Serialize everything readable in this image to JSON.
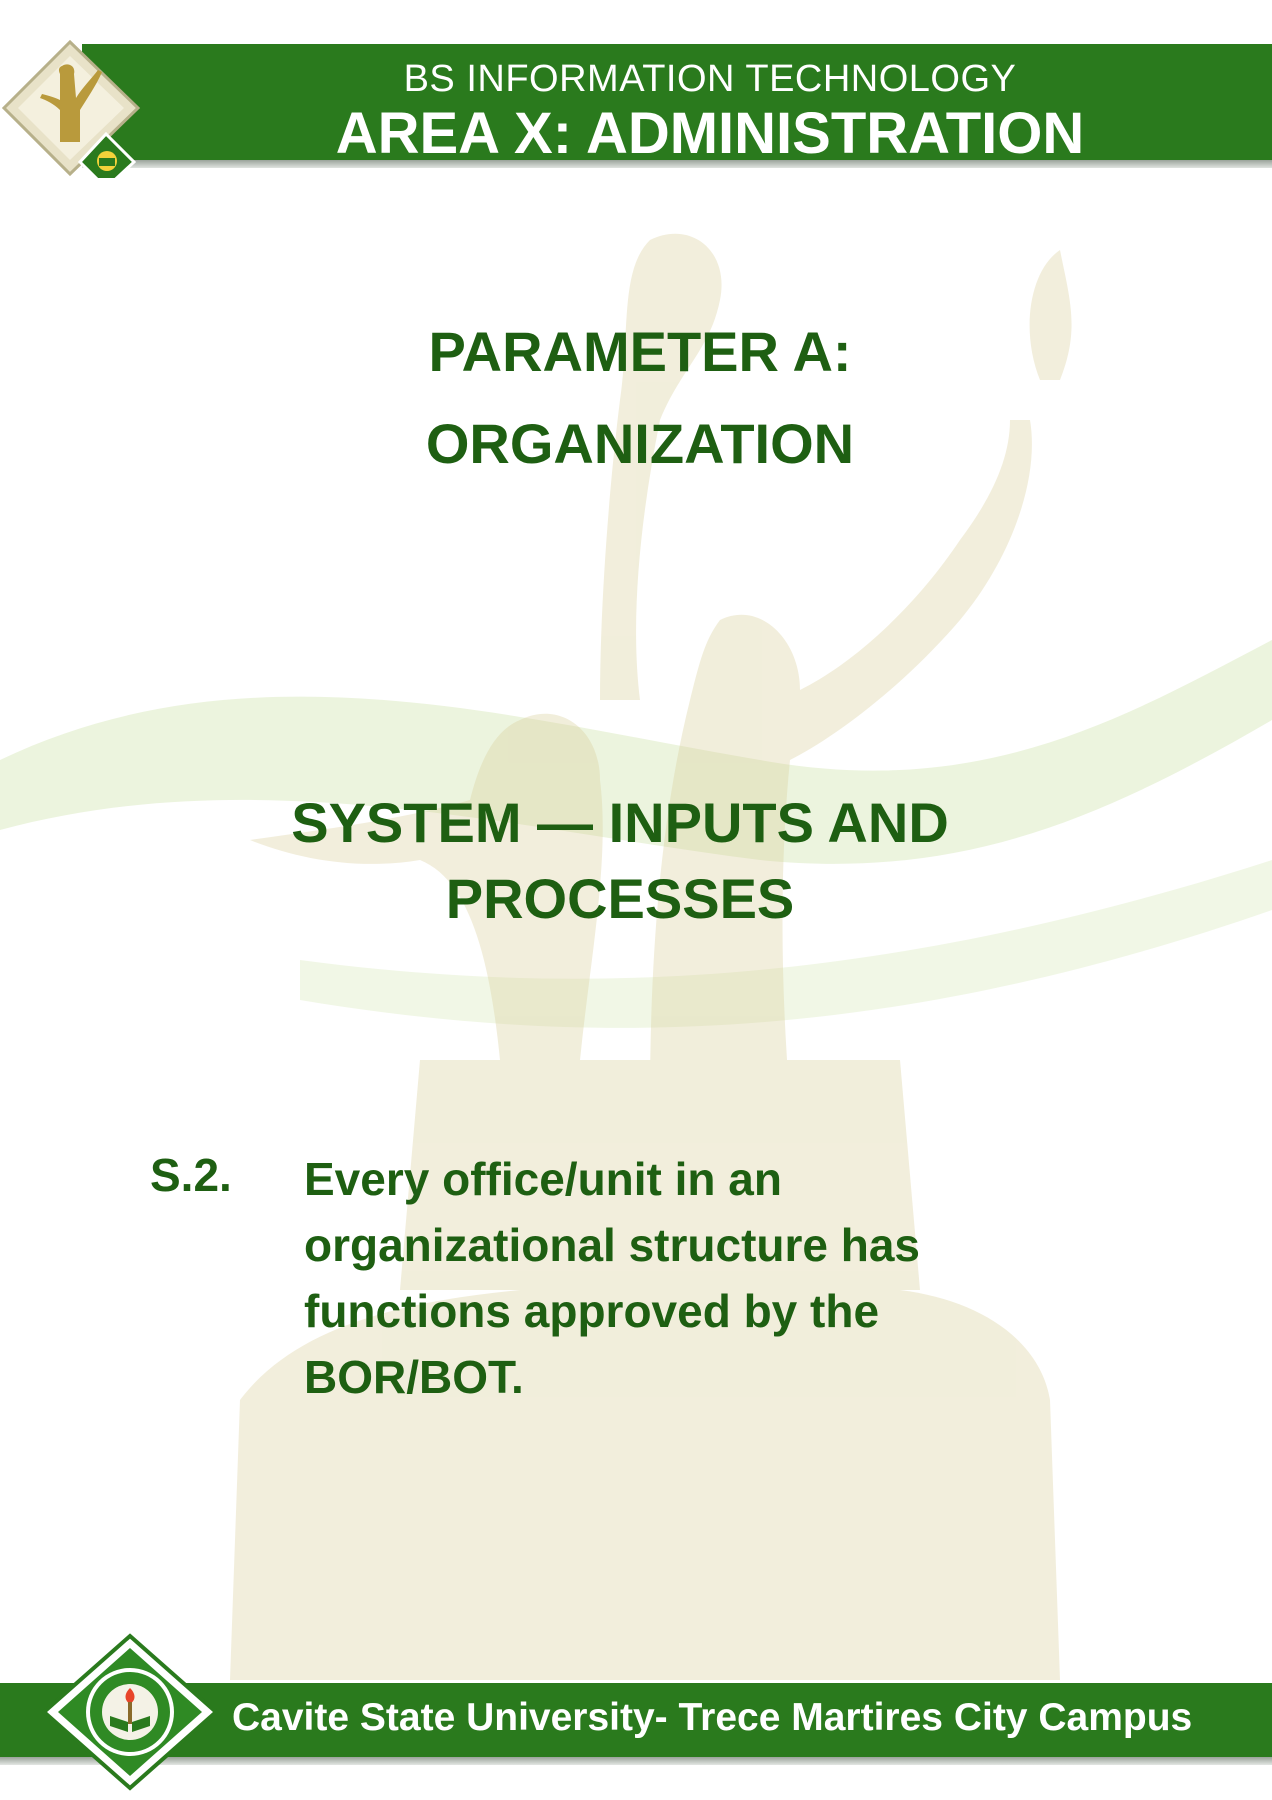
{
  "header": {
    "subtitle": "BS INFORMATION TECHNOLOGY",
    "title": "AREA X: ADMINISTRATION"
  },
  "parameter": {
    "line1": "PARAMETER A:",
    "line2": "ORGANIZATION"
  },
  "system": {
    "line1": "SYSTEM — INPUTS AND",
    "line2": "PROCESSES"
  },
  "standard": {
    "number": "S.2.",
    "lines": [
      "Every office/unit in an",
      "organizational structure has",
      "functions approved by the",
      "BOR/BOT."
    ]
  },
  "footer": {
    "text": "Cavite State University- Trece Martires City Campus"
  },
  "colors": {
    "brand_green": "#2a7a1d",
    "text_green": "#1e5f12"
  },
  "icons": [
    "monument-logo-icon",
    "university-seal-icon"
  ]
}
